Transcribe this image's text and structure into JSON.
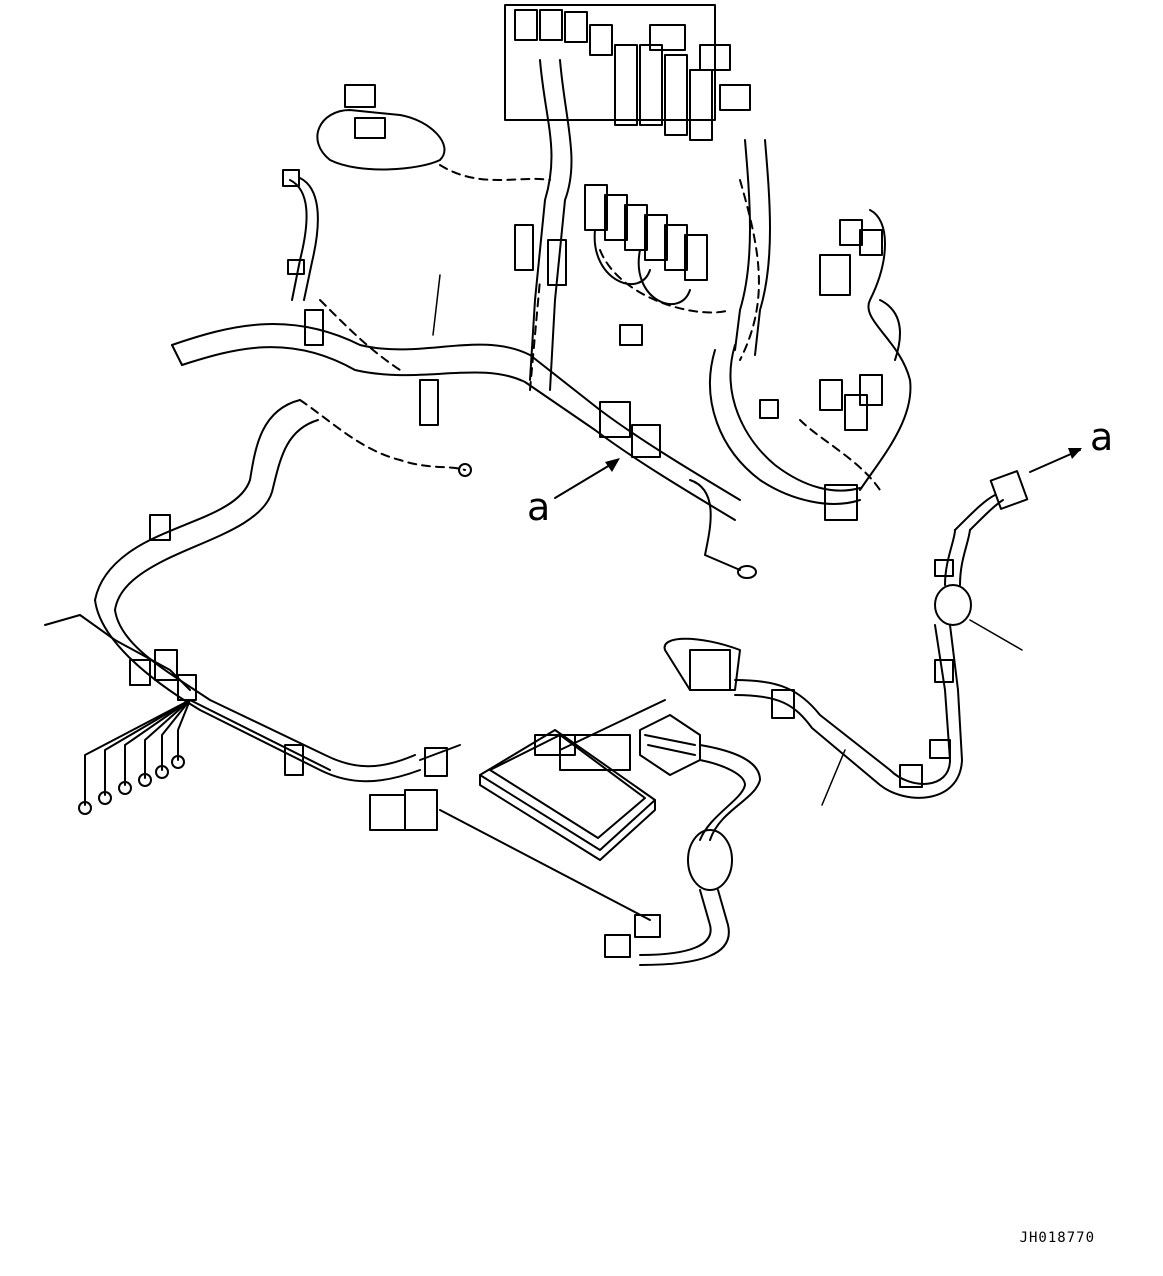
{
  "diagram": {
    "callout_a_left": "a",
    "callout_a_right": "a",
    "drawing_code": "JH018770"
  }
}
